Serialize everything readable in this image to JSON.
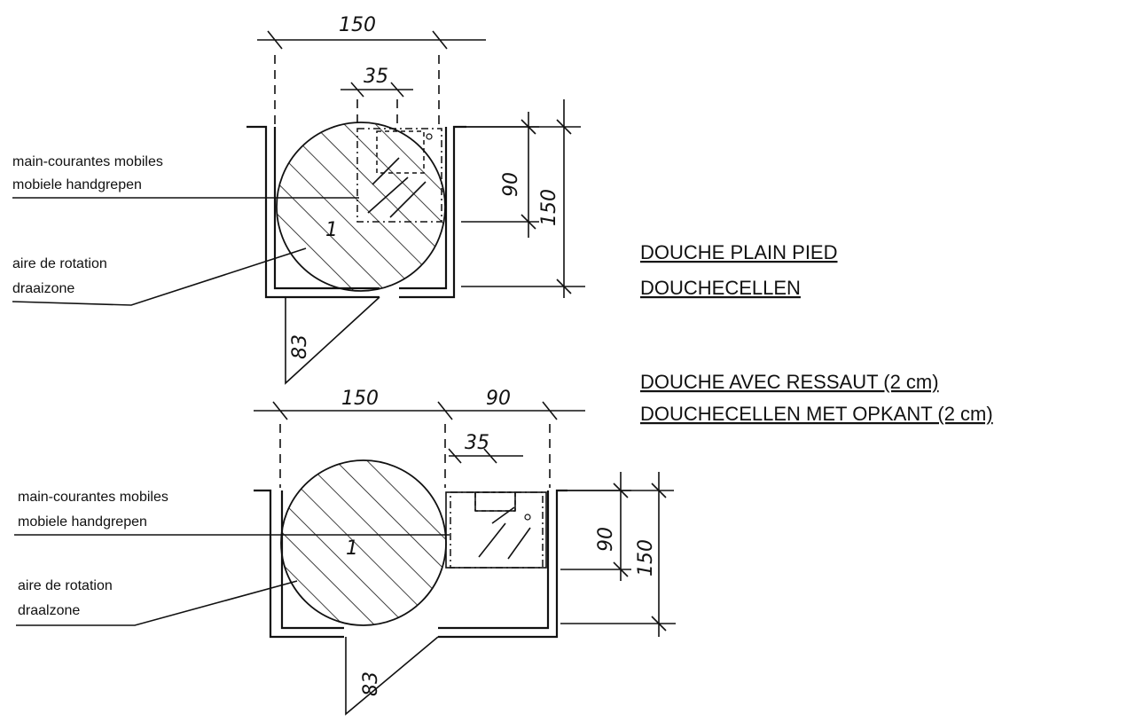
{
  "top_plan": {
    "dim_width": "150",
    "dim_seat": "35",
    "dim_depth_90": "90",
    "dim_depth_150": "150",
    "dim_door": "83",
    "zone_number": "1",
    "label_handrails_fr": "main-courantes mobiles",
    "label_handrails_nl": "mobiele handgrepen",
    "label_rotation_fr": "aire de rotation",
    "label_rotation_nl": "draaizone",
    "title_fr": "DOUCHE PLAIN PIED",
    "title_nl": "DOUCHECELLEN"
  },
  "bottom_plan": {
    "dim_width": "150",
    "dim_shower": "90",
    "dim_seat": "35",
    "dim_depth_90": "90",
    "dim_depth_150": "150",
    "dim_door": "83",
    "zone_number": "1",
    "label_handrails_fr": "main-courantes mobiles",
    "label_handrails_nl": "mobiele handgrepen",
    "label_rotation_fr": "aire de rotation",
    "label_rotation_nl": "draalzone",
    "title_fr": "DOUCHE AVEC RESSAUT (2 cm)",
    "title_nl": "DOUCHECELLEN MET OPKANT (2 cm)"
  }
}
